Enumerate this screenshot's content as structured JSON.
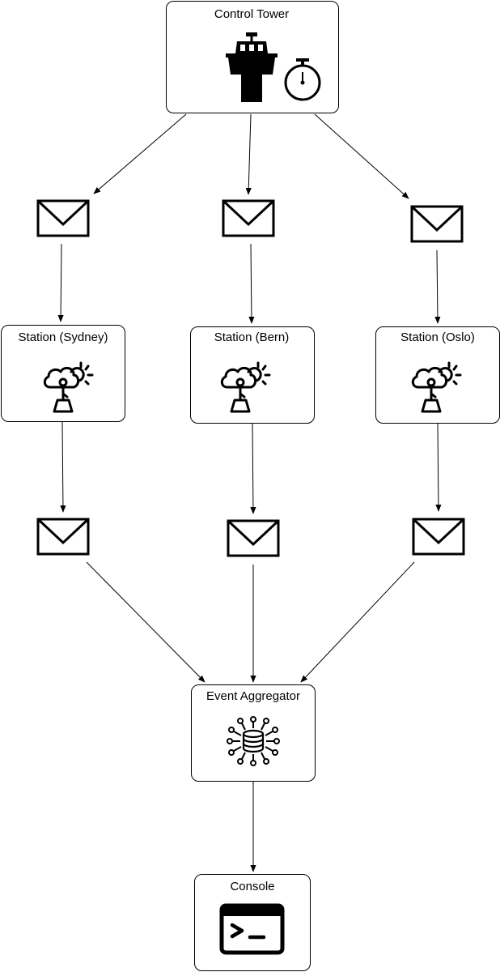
{
  "nodes": {
    "control_tower": {
      "label": "Control Tower",
      "icons": [
        "control-tower-icon",
        "stopwatch-icon"
      ]
    },
    "station_sydney": {
      "label": "Station (Sydney)",
      "icon": "weather-station-icon"
    },
    "station_bern": {
      "label": "Station (Bern)",
      "icon": "weather-station-icon"
    },
    "station_oslo": {
      "label": "Station (Oslo)",
      "icon": "weather-station-icon"
    },
    "event_aggregator": {
      "label": "Event Aggregator",
      "icon": "data-hub-icon"
    },
    "console": {
      "label": "Console",
      "icon": "terminal-icon"
    }
  },
  "messages": [
    {
      "from": "control_tower",
      "to": "station_sydney",
      "icon": "envelope-icon"
    },
    {
      "from": "control_tower",
      "to": "station_bern",
      "icon": "envelope-icon"
    },
    {
      "from": "control_tower",
      "to": "station_oslo",
      "icon": "envelope-icon"
    },
    {
      "from": "station_sydney",
      "to": "event_aggregator",
      "icon": "envelope-icon"
    },
    {
      "from": "station_bern",
      "to": "event_aggregator",
      "icon": "envelope-icon"
    },
    {
      "from": "station_oslo",
      "to": "event_aggregator",
      "icon": "envelope-icon"
    }
  ],
  "edges": [
    {
      "from": "event_aggregator",
      "to": "console"
    }
  ]
}
